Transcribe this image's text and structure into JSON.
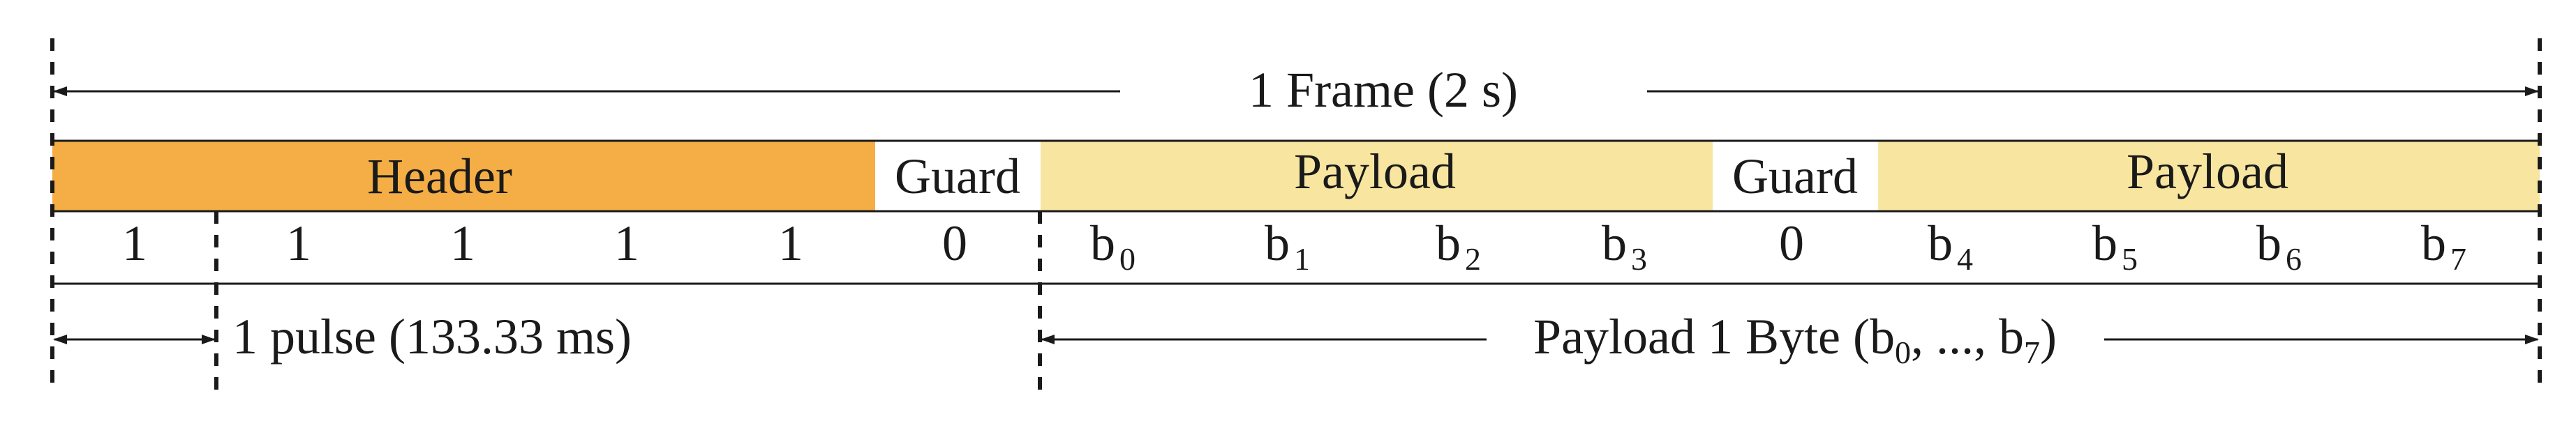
{
  "colors": {
    "header": "#F4AE45",
    "payload": "#F8E6A0",
    "guard": "#FFFFFF",
    "line": "#1a1a1a"
  },
  "frame_label": "1 Frame (2 s)",
  "fields": {
    "header": "Header",
    "guard_1": "Guard",
    "payload_1": "Payload",
    "guard_2": "Guard",
    "payload_2": "Payload"
  },
  "bits": {
    "b1": "1",
    "b2": "1",
    "b3": "1",
    "b4": "1",
    "b5": "1",
    "b6": "0",
    "p0": "b",
    "p0_sub": "0",
    "p1": "b",
    "p1_sub": "1",
    "p2": "b",
    "p2_sub": "2",
    "p3": "b",
    "p3_sub": "3",
    "g2": "0",
    "p4": "b",
    "p4_sub": "4",
    "p5": "b",
    "p5_sub": "5",
    "p6": "b",
    "p6_sub": "6",
    "p7": "b",
    "p7_sub": "7"
  },
  "pulse_label": "1 pulse (133.33 ms)",
  "payload_byte": {
    "prefix": "Payload 1 Byte (b",
    "sub_first": "0",
    "middle": ", ..., b",
    "sub_last": "7",
    "suffix": ")"
  }
}
